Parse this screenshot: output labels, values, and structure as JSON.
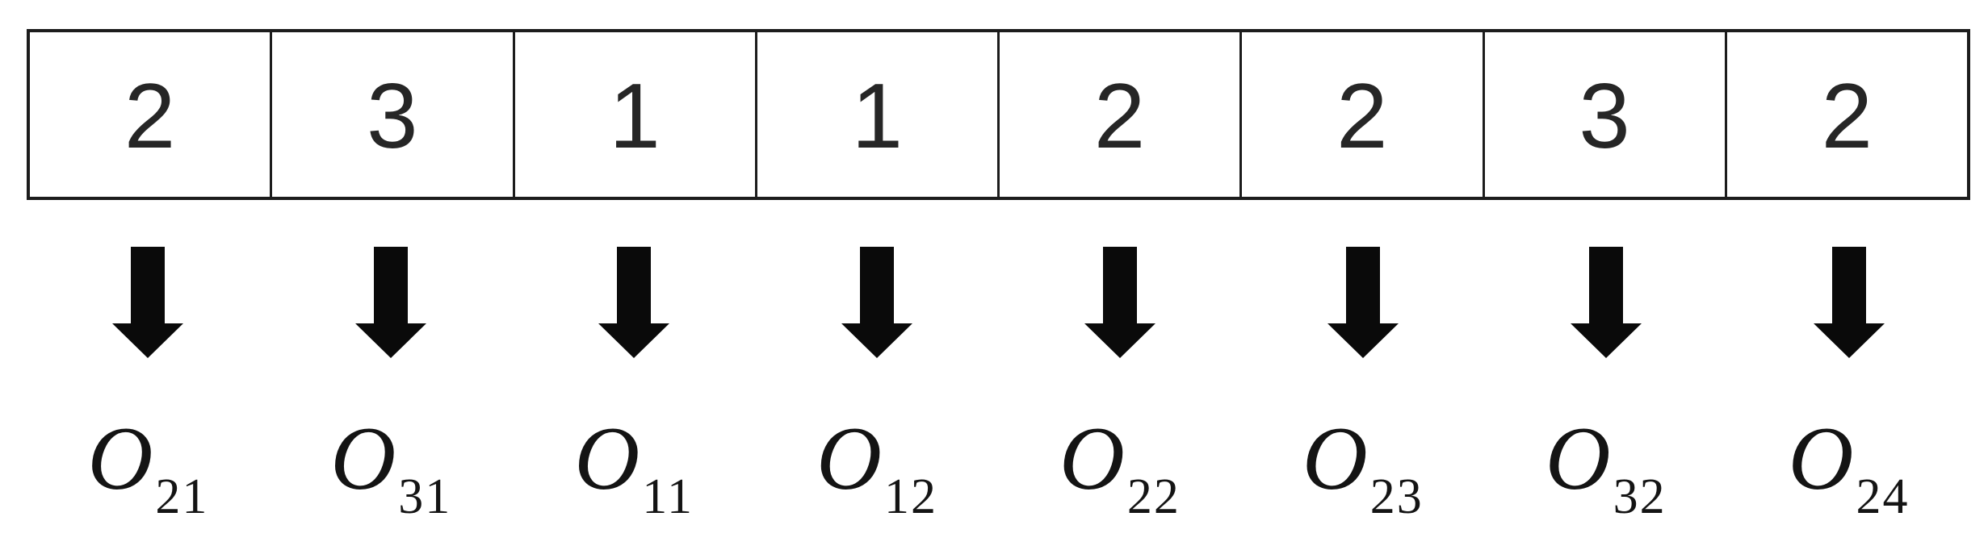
{
  "colors": {
    "background": "#ffffff",
    "border": "#1c1c1c",
    "cell_text": "#262626",
    "arrow": "#0a0a0a",
    "label_text": "#141414"
  },
  "sequence": {
    "cells": [
      {
        "value": "2",
        "label_base": "O",
        "label_sub": "21"
      },
      {
        "value": "3",
        "label_base": "O",
        "label_sub": "31"
      },
      {
        "value": "1",
        "label_base": "O",
        "label_sub": "11"
      },
      {
        "value": "1",
        "label_base": "O",
        "label_sub": "12"
      },
      {
        "value": "2",
        "label_base": "O",
        "label_sub": "22"
      },
      {
        "value": "2",
        "label_base": "O",
        "label_sub": "23"
      },
      {
        "value": "3",
        "label_base": "O",
        "label_sub": "32"
      },
      {
        "value": "2",
        "label_base": "O",
        "label_sub": "24"
      }
    ]
  }
}
